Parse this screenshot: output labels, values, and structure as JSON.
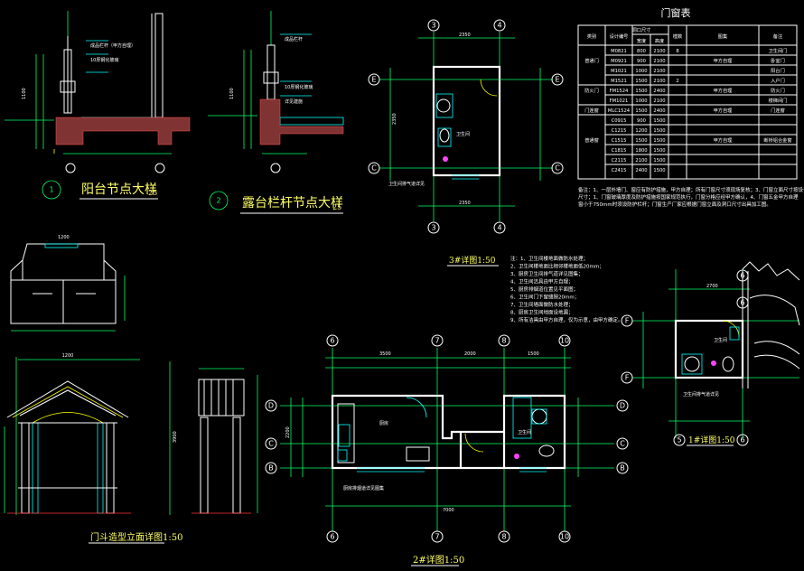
{
  "titles": {
    "balcony_detail": "阳台节点大样",
    "balcony_scale": "25",
    "balcony_no": "1",
    "terrace_detail": "露台栏杆节点大样",
    "terrace_scale": "25",
    "terrace_no": "2",
    "detail3": "3#详图1:50",
    "detail2": "2#详图1:50",
    "detail1": "1#详图1:50",
    "door_elevation": "门斗造型立面详图1:50",
    "window_table_title": "门窗表"
  },
  "window_table": {
    "headers": [
      "类别",
      "设计编号",
      "洞口尺寸",
      "",
      "樘数",
      "图集",
      "备注"
    ],
    "subheaders": [
      "宽度",
      "高度"
    ],
    "rows": [
      [
        "",
        "M0821",
        "800",
        "2100",
        "8",
        "",
        "卫生间门"
      ],
      [
        "普通门",
        "M0921",
        "900",
        "2100",
        "",
        "甲方自理",
        "卧室门"
      ],
      [
        "",
        "M1021",
        "1000",
        "2100",
        "",
        "",
        "阳台门"
      ],
      [
        "",
        "M1521",
        "1500",
        "2100",
        "2",
        "",
        "入户门"
      ],
      [
        "防火门",
        "FM1524",
        "1500",
        "2400",
        "",
        "甲方自理",
        "防火门"
      ],
      [
        "",
        "FM1021",
        "1000",
        "2100",
        "",
        "",
        "楼梯间门"
      ],
      [
        "门连窗",
        "MLC1524",
        "1500",
        "2400",
        "",
        "甲方自理",
        "门连窗"
      ],
      [
        "",
        "C0915",
        "900",
        "1500",
        "",
        "",
        ""
      ],
      [
        "",
        "C1215",
        "1200",
        "1500",
        "",
        "",
        ""
      ],
      [
        "普通窗",
        "C1515",
        "1500",
        "1500",
        "",
        "甲方自理",
        "断桥铝合金窗"
      ],
      [
        "",
        "C1815",
        "1800",
        "1500",
        "",
        "",
        ""
      ],
      [
        "",
        "C2115",
        "2100",
        "1500",
        "",
        "",
        ""
      ],
      [
        "",
        "C2415",
        "2400",
        "1500",
        "",
        "",
        ""
      ]
    ],
    "notes": [
      "备注：1、一层外墙门、窗应有防护措施，甲方自理；所有门窗尺寸须现场复核；3、门窗立面尺寸按设计所示",
      "尺寸；1、门窗玻璃厚度及防护措施按国家规范执行，门窗分格应经甲方确认，4、门窗五金甲方自理",
      "窗小于750mm时须设防护栏杆；门窗生产厂家应根据门窗立面及洞口尺寸出具加工图。"
    ]
  },
  "notes_block": [
    "注：1、卫生间楼地面做防水处理；",
    "2、卫生间楼地面比相邻楼地面低20mm；",
    "3、厨房卫生间排气道详见图集；",
    "4、卫生间洁具由甲方自理；",
    "5、厨房排烟道位置见平面图；",
    "6、卫生间门下留缝隙20mm；",
    "7、卫生间墙面做防水处理；",
    "8、厨房卫生间地面设地漏；",
    "9、所有洁具由甲方自理，仅为示意，由甲方确定。"
  ],
  "axes": {
    "d3_top": [
      "3",
      "4"
    ],
    "d3_side": [
      "E",
      "E",
      "C",
      "C"
    ],
    "d2_top": [
      "6",
      "7",
      "8",
      "10"
    ],
    "d2_side": [
      "D",
      "D",
      "C",
      "C",
      "B",
      "B"
    ],
    "d1_top": [
      "6",
      "6"
    ],
    "d1_side": [
      "F",
      "F"
    ],
    "d1_bottom": [
      "5",
      "6"
    ]
  },
  "room_labels": {
    "kitchen": "厨房",
    "toilet": "卫生间",
    "toilet2": "卫生间",
    "toilet3": "卫生间"
  },
  "dims": {
    "d3_top": "2350",
    "d3_side": "2350",
    "d2_top_a": "3500",
    "d2_top_b": "2000",
    "d2_top_c": "1500",
    "d2_total": "7000",
    "d2_side": "2200",
    "d1_top": "2700",
    "door_width": "1200",
    "door_height": "3900",
    "balcony_h": "1100",
    "terrace_h": "1100"
  },
  "misc_text": {
    "balcony_note1": "成品栏杆（甲方自理）",
    "balcony_note2": "10厚钢化玻璃",
    "terrace_note1": "成品栏杆",
    "terrace_note2": "10厚钢化玻璃",
    "terrace_note3": "详见建施",
    "d3_note": "卫生间排气道详见",
    "d2_note": "厨房排烟道详见图集",
    "d1_note": "卫生间排气道详见",
    "gable_label": "1200"
  }
}
